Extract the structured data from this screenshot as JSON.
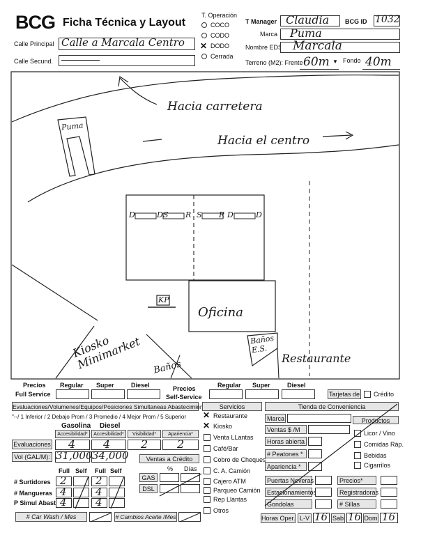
{
  "header": {
    "logo": "BCG",
    "title": "Ficha Técnica y Layout",
    "t_operacion_label": "T. Operación",
    "operation_types": [
      "COCO",
      "CODO",
      "DODO",
      "Cerrada"
    ],
    "selected_operation": "DODO",
    "t_manager_label": "T Manager",
    "t_manager_value": "Claudia",
    "bcg_id_label": "BCG ID",
    "bcg_id_value": "1032",
    "marca_label": "Marca",
    "marca_value": "Puma",
    "nombre_eds_label": "Nombre EDS",
    "nombre_eds_value": "Marcala",
    "calle_principal_label": "Calle Principal",
    "calle_principal_value": "Calle a Marcala Centro",
    "calle_secund_label": "Calle Secund.",
    "terreno_label": "Terreno (M2): Frente",
    "frente_value": "60m",
    "fondo_label": "Fondo",
    "fondo_value": "40m"
  },
  "sketch": {
    "hacia_carretera": "Hacia carretera",
    "hacia_centro": "Hacia el centro",
    "puma_sign": "Puma",
    "dispensers_left": [
      "D",
      "D",
      "S",
      "R"
    ],
    "dispensers_right": [
      "S",
      "R",
      "D",
      "D"
    ],
    "kp": "KP",
    "oficina": "Oficina",
    "kiosko": "Kiosko Minimarket",
    "banos": "Baños",
    "banos_es": "Baños E.S.",
    "restaurante": "Restaurante"
  },
  "precios_full": {
    "label_line1": "Precios",
    "label_line2": "Full Service",
    "regular": "Regular",
    "super": "Super",
    "diesel": "Diesel"
  },
  "precios_self": {
    "label_line1": "Precios",
    "label_line2": "Self-Service",
    "regular": "Regular",
    "super": "Super",
    "diesel": "Diesel"
  },
  "tarjetas": {
    "label": "Tarjetas de",
    "credito": "Crédito"
  },
  "evaluaciones_header": "Evaluaciones/Volumenes/Equipos/Posiciones Simultaneas Abastecimiento",
  "scale_text": "\"--/ 1 Inferior / 2 Debajo Prom / 3 Promedio / 4 Mejor Prom / 5 Superior",
  "gasolina": "Gasolina",
  "diesel": "Diesel",
  "eval_columns": [
    "Accesibilidad*",
    "Accesibilidad*",
    "Visibilidad*",
    "Apariencia*"
  ],
  "eval_label": "Evaluaciones",
  "eval_values": [
    "4",
    "4",
    "2",
    "2"
  ],
  "vol_label": "Vol (GAL/M):",
  "vol_gasolina": "31,000",
  "vol_diesel": "34,000",
  "ventas_credito": {
    "label": "Ventas a Crédito",
    "pct": "%",
    "dias": "Días",
    "gas": "GAS",
    "dsl": "DSL"
  },
  "full": "Full",
  "self": "Self",
  "surtidores": {
    "label": "# Surtidores",
    "values": [
      "2",
      "",
      "2",
      ""
    ]
  },
  "mangueras": {
    "label": "# Mangueras",
    "values": [
      "4",
      "",
      "4",
      ""
    ]
  },
  "simul": {
    "label": "P Simul Abast",
    "values": [
      "4",
      "",
      "4",
      ""
    ]
  },
  "car_wash": "# Car Wash / Mes",
  "cambios_aceite": "# Cambios Aceite /Mes",
  "servicios": {
    "header": "Servicios",
    "items": [
      {
        "label": "Restaurante",
        "checked": true
      },
      {
        "label": "Kiosko",
        "checked": true
      },
      {
        "label": "Venta LLantas",
        "checked": false
      },
      {
        "label": "Café/Bar",
        "checked": false
      },
      {
        "label": "Cobro de Cheques",
        "checked": false
      },
      {
        "label": "C. A. Camión",
        "checked": false
      },
      {
        "label": "Cajero ATM",
        "checked": false
      },
      {
        "label": "Parqueo Camión",
        "checked": false
      },
      {
        "label": "Rep Llantas",
        "checked": false
      },
      {
        "label": "Otros",
        "checked": false
      }
    ]
  },
  "tienda": {
    "header": "Tienda de Conveniencia",
    "marca": "Marca",
    "productos": "Productos",
    "ventas_m": "Ventas $ /M",
    "horas_abierta": "Horas abierta",
    "peatones": "# Peatones *",
    "apariencia": "Apariencia *",
    "product_items": [
      "Licor / Vino",
      "Comidas Ráp.",
      "Bebidas",
      "Cigarrilos"
    ],
    "puertas_neveras": "Puertas Neveras",
    "precios": "Precios*",
    "estacionamientos": "Estacionamientos",
    "registradoras": "Registradoras",
    "gondolas": "Gondolas",
    "sillas": "# Sillas"
  },
  "horas_oper": {
    "label": "Horas Oper.",
    "lv": "L-V",
    "lv_value": "16",
    "sab": "Sab",
    "sab_value": "16",
    "dom": "Dom",
    "dom_value": "16"
  }
}
